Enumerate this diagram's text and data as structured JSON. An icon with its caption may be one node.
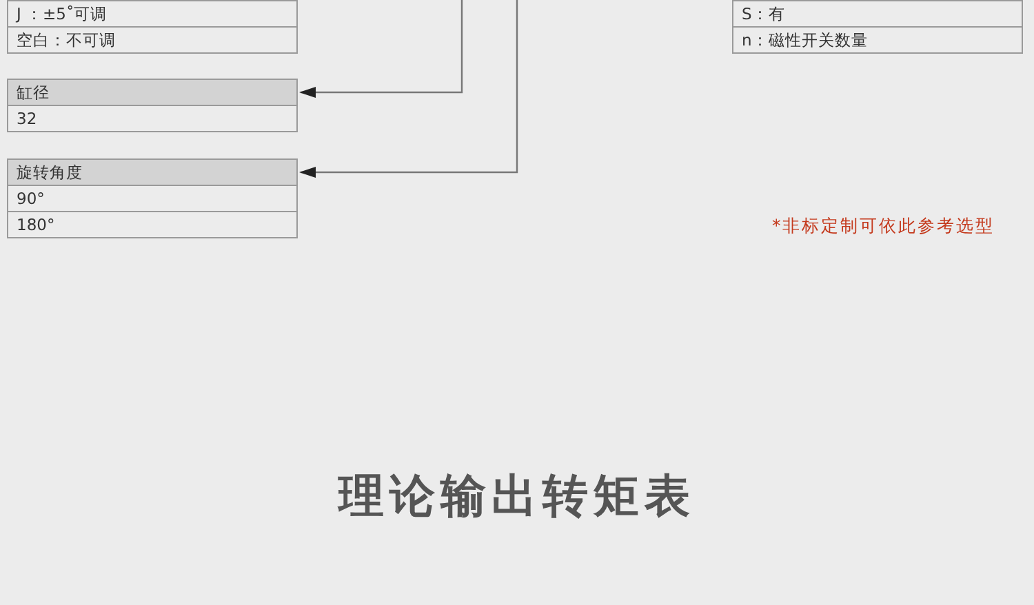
{
  "diagram": {
    "title": "理论输出转矩表",
    "nodes": [
      {
        "text": [
          "J ：±5˚可调",
          "空白：不可调"
        ]
      },
      {
        "text": [
          "S：有",
          "n：磁性开关数量"
        ]
      },
      {
        "text": [
          "缸径",
          "32"
        ]
      },
      {
        "text": [
          "旋转角度",
          "90°",
          "180°"
        ]
      }
    ],
    "edges": [
      {
        "from": null,
        "to": 2,
        "arrow": "to"
      },
      {
        "from": null,
        "to": 3,
        "arrow": "to"
      }
    ],
    "labels": [
      "*非标定制可依此参考选型"
    ]
  }
}
